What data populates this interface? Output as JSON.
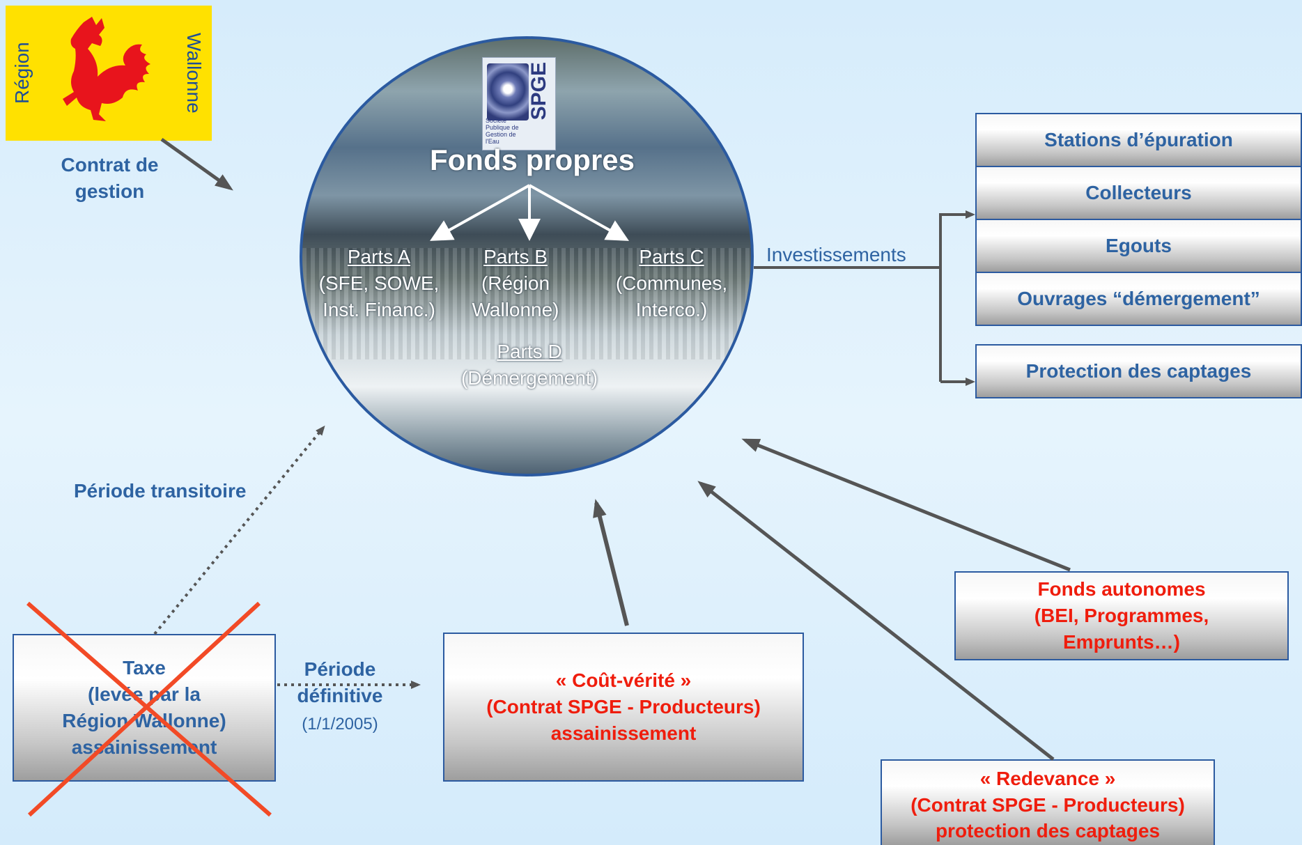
{
  "logo": {
    "left_text": "Région",
    "right_text": "Wallonne"
  },
  "contrat_label": [
    "Contrat de",
    "gestion"
  ],
  "spge_logo": {
    "word": "SPGE",
    "subtitle": "Société Publique de Gestion de l'Eau"
  },
  "circle": {
    "title": "Fonds propres",
    "parts": [
      {
        "name": "Parts A",
        "lines": [
          "(SFE, SOWE,",
          "Inst. Financ.)"
        ]
      },
      {
        "name": "Parts B",
        "lines": [
          "(Région",
          "Wallonne)"
        ]
      },
      {
        "name": "Parts C",
        "lines": [
          "(Communes,",
          "Interco.)"
        ]
      },
      {
        "name": "Parts D",
        "lines": [
          "(Démergement)"
        ]
      }
    ]
  },
  "investissements_label": "Investissements",
  "investments": [
    "Stations d’épuration",
    "Collecteurs",
    "Egouts",
    "Ouvrages “démergement”"
  ],
  "protection_box": "Protection des captages",
  "periode_transitoire": "Période transitoire",
  "taxe_box": [
    "Taxe",
    "(levée par la",
    "Région Wallonne)",
    "assainissement"
  ],
  "periode_definitive": [
    "Période",
    "définitive"
  ],
  "periode_date": "(1/1/2005)",
  "cout_verite_box": [
    "« Coût-vérité »",
    "(Contrat SPGE - Producteurs)",
    "assainissement"
  ],
  "fonds_autonomes_box": [
    "Fonds autonomes",
    "(BEI, Programmes,",
    "Emprunts…)"
  ],
  "redevance_box": [
    "« Redevance »",
    "(Contrat SPGE - Producteurs)",
    "protection des captages"
  ],
  "colors": {
    "blue": "#2e63a2",
    "red": "#ef1d0d",
    "logo_yellow": "#ffe100",
    "arrow": "#555555"
  }
}
